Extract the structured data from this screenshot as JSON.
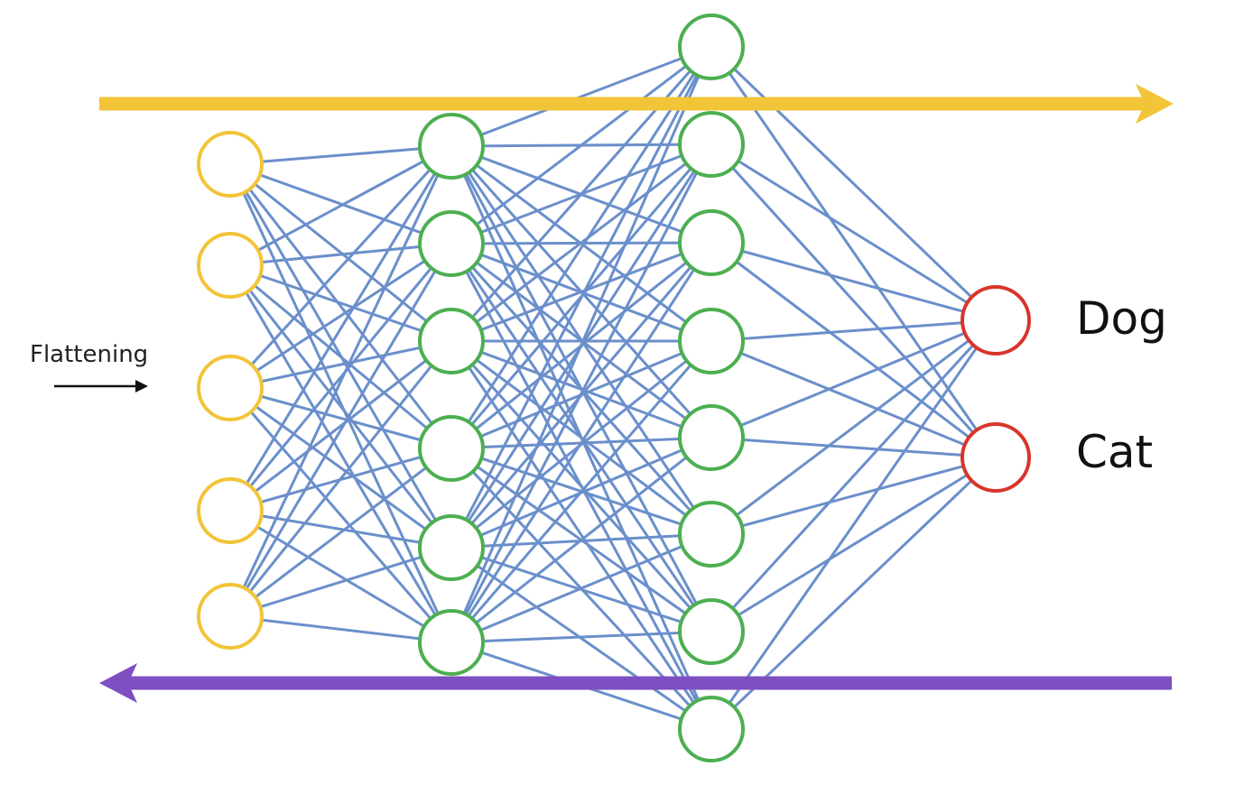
{
  "diagram": {
    "layers": [
      {
        "name": "input",
        "node_count": 5,
        "color": "#F2C438"
      },
      {
        "name": "hidden-1",
        "node_count": 6,
        "color": "#4CAF50"
      },
      {
        "name": "hidden-2",
        "node_count": 8,
        "color": "#4CAF50"
      },
      {
        "name": "output",
        "node_count": 2,
        "color": "#D8352A"
      }
    ],
    "connection_color": "#6A8FCB",
    "output_labels": [
      "Dog",
      "Cat"
    ],
    "flattening_label": "Flattening",
    "forward_arrow_color": "#F2C438",
    "backward_arrow_color": "#7E4FC1"
  }
}
